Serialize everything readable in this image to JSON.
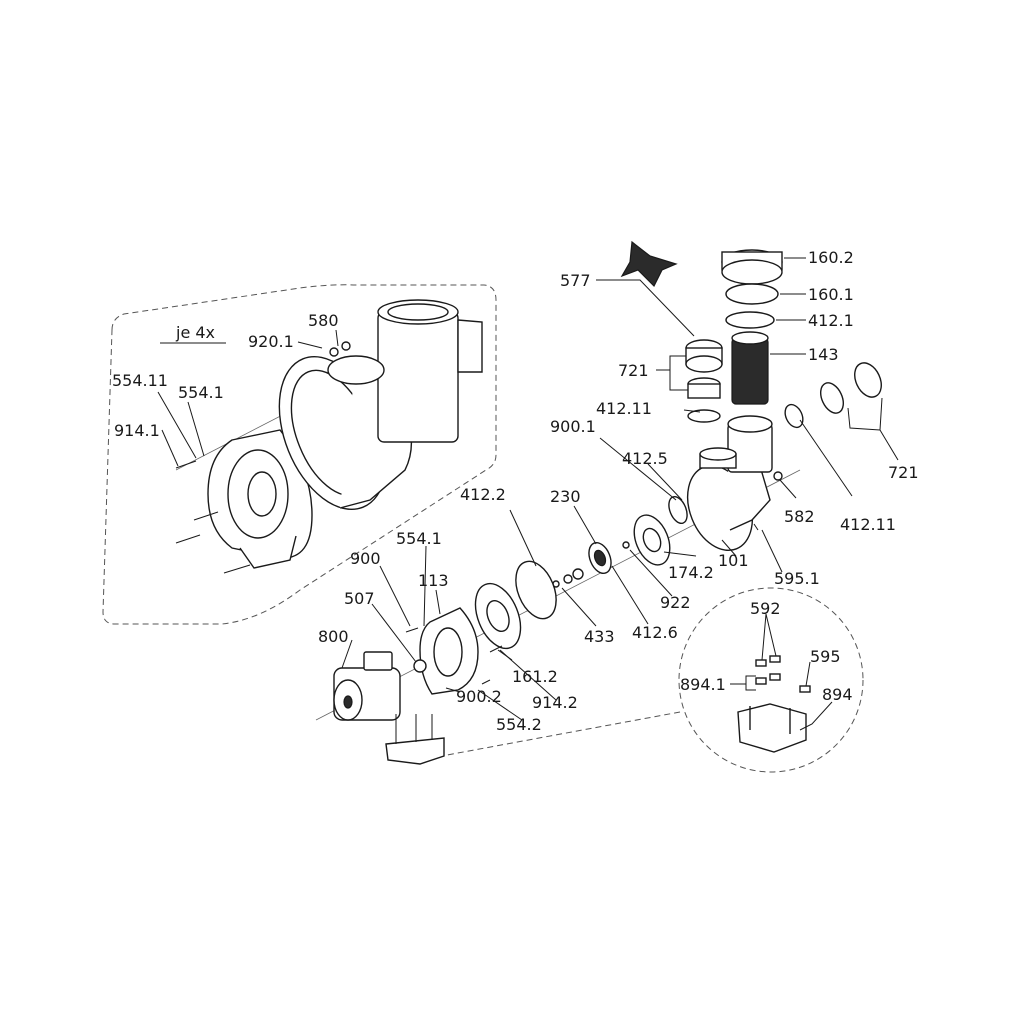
{
  "labels": {
    "je4x": "je 4x",
    "l580": "580",
    "l920_1": "920.1",
    "l554_11": "554.11",
    "l554_1a": "554.1",
    "l914_1": "914.1",
    "l577": "577",
    "l160_2": "160.2",
    "l160_1": "160.1",
    "l412_1": "412.1",
    "l143": "143",
    "l721a": "721",
    "l412_11a": "412.11",
    "l900_1": "900.1",
    "l412_5": "412.5",
    "l412_2": "412.2",
    "l230": "230",
    "l721b": "721",
    "l582": "582",
    "l412_11b": "412.11",
    "l101": "101",
    "l174_2": "174.2",
    "l595_1": "595.1",
    "l922": "922",
    "l900": "900",
    "l554_1b": "554.1",
    "l113": "113",
    "l507": "507",
    "l433": "433",
    "l412_6": "412.6",
    "l800": "800",
    "l161_2": "161.2",
    "l900_2": "900.2",
    "l914_2": "914.2",
    "l554_2": "554.2",
    "l592": "592",
    "l595": "595",
    "l894_1": "894.1",
    "l894": "894"
  }
}
